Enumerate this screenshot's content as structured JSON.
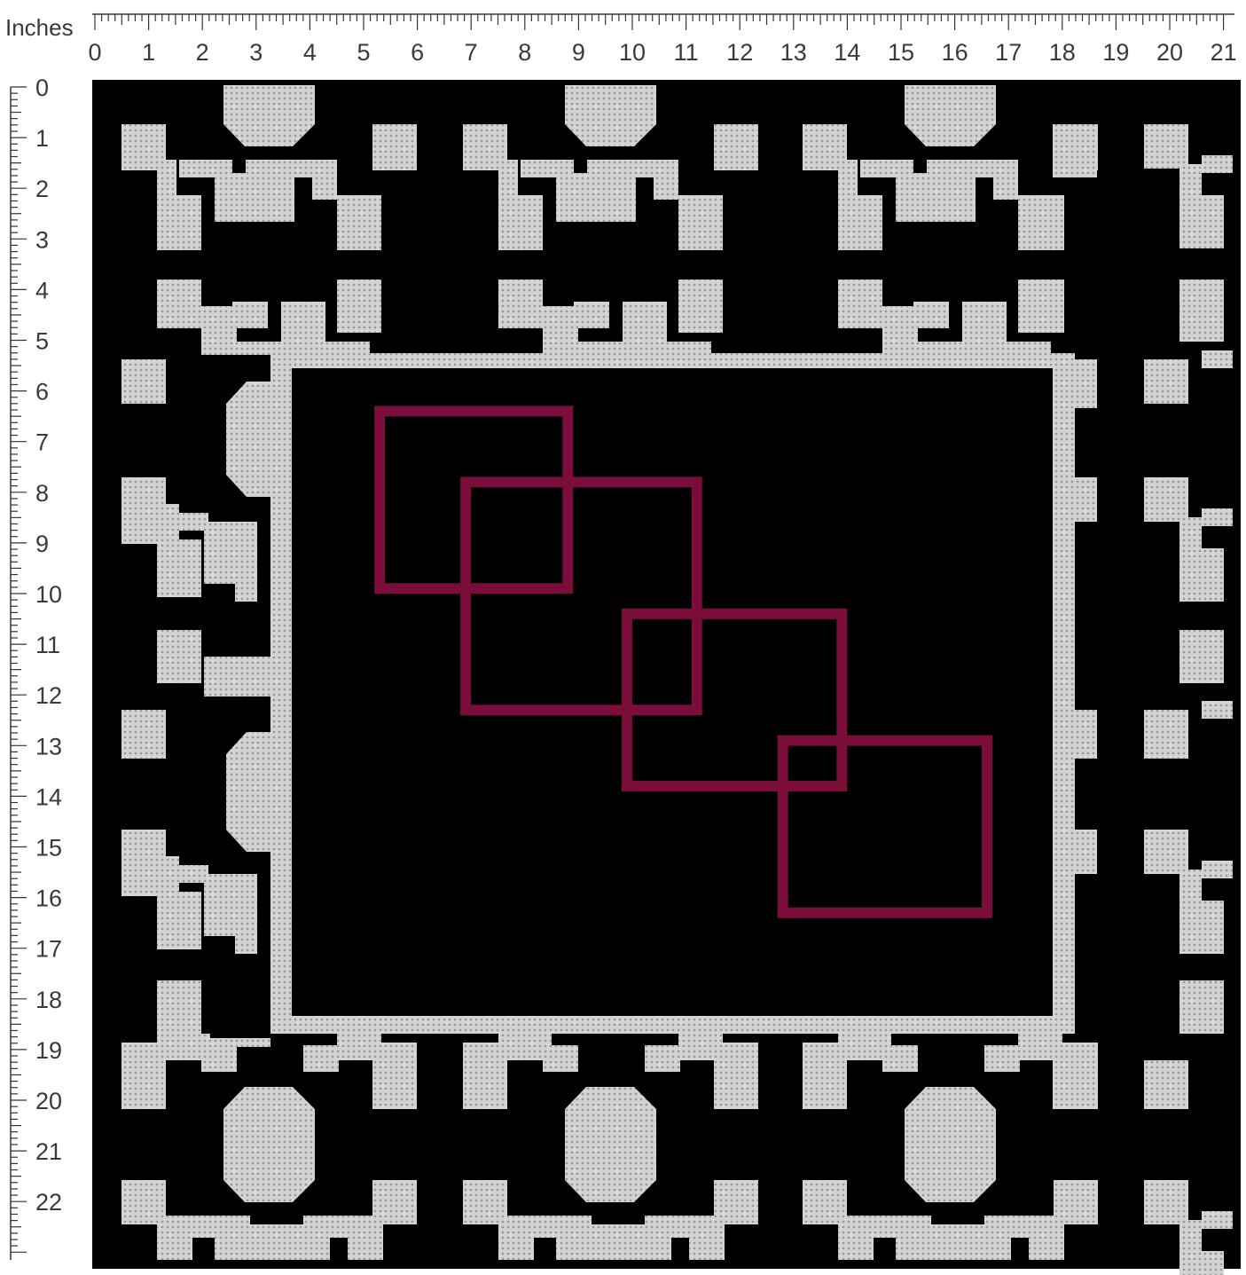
{
  "ruler": {
    "unit_label": "Inches",
    "top_labels": [
      "0",
      "1",
      "2",
      "3",
      "4",
      "5",
      "6",
      "7",
      "8",
      "9",
      "10",
      "11",
      "12",
      "13",
      "14",
      "15",
      "16",
      "17",
      "18",
      "19",
      "20",
      "21"
    ],
    "left_labels": [
      "0",
      "1",
      "2",
      "3",
      "4",
      "5",
      "6",
      "7",
      "8",
      "9",
      "10",
      "11",
      "12",
      "13",
      "14",
      "15",
      "16",
      "17",
      "18",
      "19",
      "20",
      "21",
      "22"
    ]
  },
  "pattern": {
    "background_color": "#000000",
    "motif_color": "#d4d4d4",
    "motif_dot_color": "#9a9a9a",
    "overlay_color": "#7a0d3a",
    "overlay_squares_in": [
      {
        "x": 5.3,
        "y": 6.4,
        "w": 3.5,
        "h": 3.5
      },
      {
        "x": 6.9,
        "y": 7.8,
        "w": 4.3,
        "h": 4.5
      },
      {
        "x": 9.9,
        "y": 10.4,
        "w": 4.0,
        "h": 3.4
      },
      {
        "x": 12.8,
        "y": 12.9,
        "w": 3.8,
        "h": 3.4
      }
    ]
  }
}
